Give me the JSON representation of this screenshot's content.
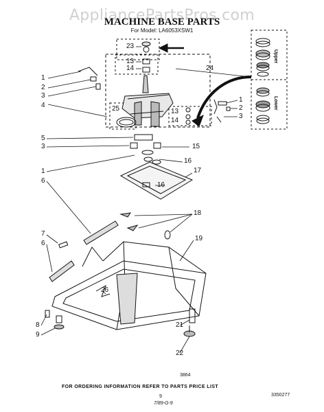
{
  "watermark": "AppliancePartsPros.com",
  "title": "MACHINE BASE PARTS",
  "subtitle": "For Model: LA6053XSW1",
  "callouts": {
    "n1a": "1",
    "n2a": "2",
    "n3a": "3",
    "n4": "4",
    "n23": "23",
    "n13a": "13",
    "n14a": "14",
    "n25": "25",
    "n13b": "13",
    "n14b": "14",
    "n24": "24",
    "n1b": "1",
    "n2b": "2",
    "n3b": "3",
    "n5": "5",
    "n3c": "3",
    "n15": "15",
    "n16a": "16",
    "n1c": "1",
    "n6a": "6",
    "n17": "17",
    "n16b": "16",
    "n18": "18",
    "n7": "7",
    "n6b": "6",
    "n19": "19",
    "n26": "26",
    "n8": "8",
    "n9": "9",
    "n21": "21",
    "n22": "22"
  },
  "kit_labels": {
    "upper": "Upper",
    "lower": "Lower"
  },
  "footer": {
    "code": "3864",
    "note": "FOR ORDERING INFORMATION REFER TO PARTS PRICE LIST",
    "page": "9",
    "date": "7/89-G-9",
    "part": "3350277"
  }
}
